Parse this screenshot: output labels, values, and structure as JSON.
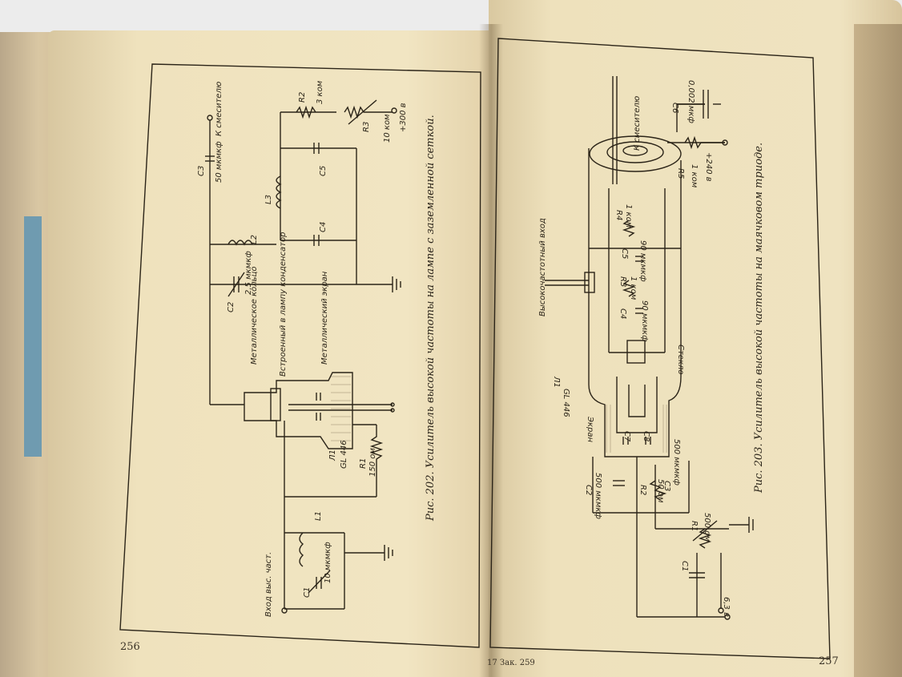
{
  "page_left": {
    "number": "256",
    "caption": "Рис. 202. Усилитель высокой частоты на лампе с заземленной сеткой.",
    "labels": {
      "input": "Вход выс. част.",
      "c1": "C1",
      "c1_val": "10 мкмкф",
      "l1": "L1",
      "l1_tube": "Л1",
      "tube_type": "GL 446",
      "r1": "R1",
      "r1_val": "150 ом",
      "ring": "Металлическое кольцо",
      "cap_built": "Встроенный в лампу конденсатор",
      "screen": "Металлический экран",
      "c2": "C2",
      "c2_val": "2,5 мкмкф",
      "l2": "L2",
      "l3": "L3",
      "c4": "C4",
      "c5": "C5",
      "c3": "C3",
      "c3_val": "50 мкмкф",
      "to_mixer": "К смесителю",
      "r2": "R2",
      "r2_val": "3 ком",
      "r3": "R3",
      "r3_val": "10 ком",
      "plus300": "+300 в"
    }
  },
  "page_right": {
    "number": "257",
    "footer_note": "17 Зак. 259",
    "caption": "Рис. 203. Усилитель высокой частоты на маячковом триоде.",
    "labels": {
      "c6": "C6",
      "c6_val": "0,002 мкф",
      "to_mixer": "К смесителю",
      "r5": "R5",
      "r5_val": "1 ком",
      "plus240": "+240 в",
      "hf_input": "Высокочастотный вход",
      "r4": "R4",
      "r4_val": "1 ком",
      "c5": "C5",
      "c5_val": "90 мкмкф",
      "r3": "R3",
      "r3_val": "1 ком",
      "c4": "C4",
      "c4_val": "90 мкмкф",
      "glass": "Стекло",
      "tube": "Л1",
      "tube_type": "GL 446",
      "screen": "Экран",
      "c7": "C7",
      "c8": "C8",
      "c3": "C3",
      "c3_val": "500 мкмкф",
      "c2": "C2",
      "c2_val": "500 мкмкф",
      "r2": "R2",
      "r2_val": "50 ом",
      "r1": "R1",
      "r1_val": "500 ом",
      "c1": "C1",
      "v63": "6,3 в"
    }
  },
  "colors": {
    "ink": "#2b2418",
    "paper": "#efe3c0"
  }
}
